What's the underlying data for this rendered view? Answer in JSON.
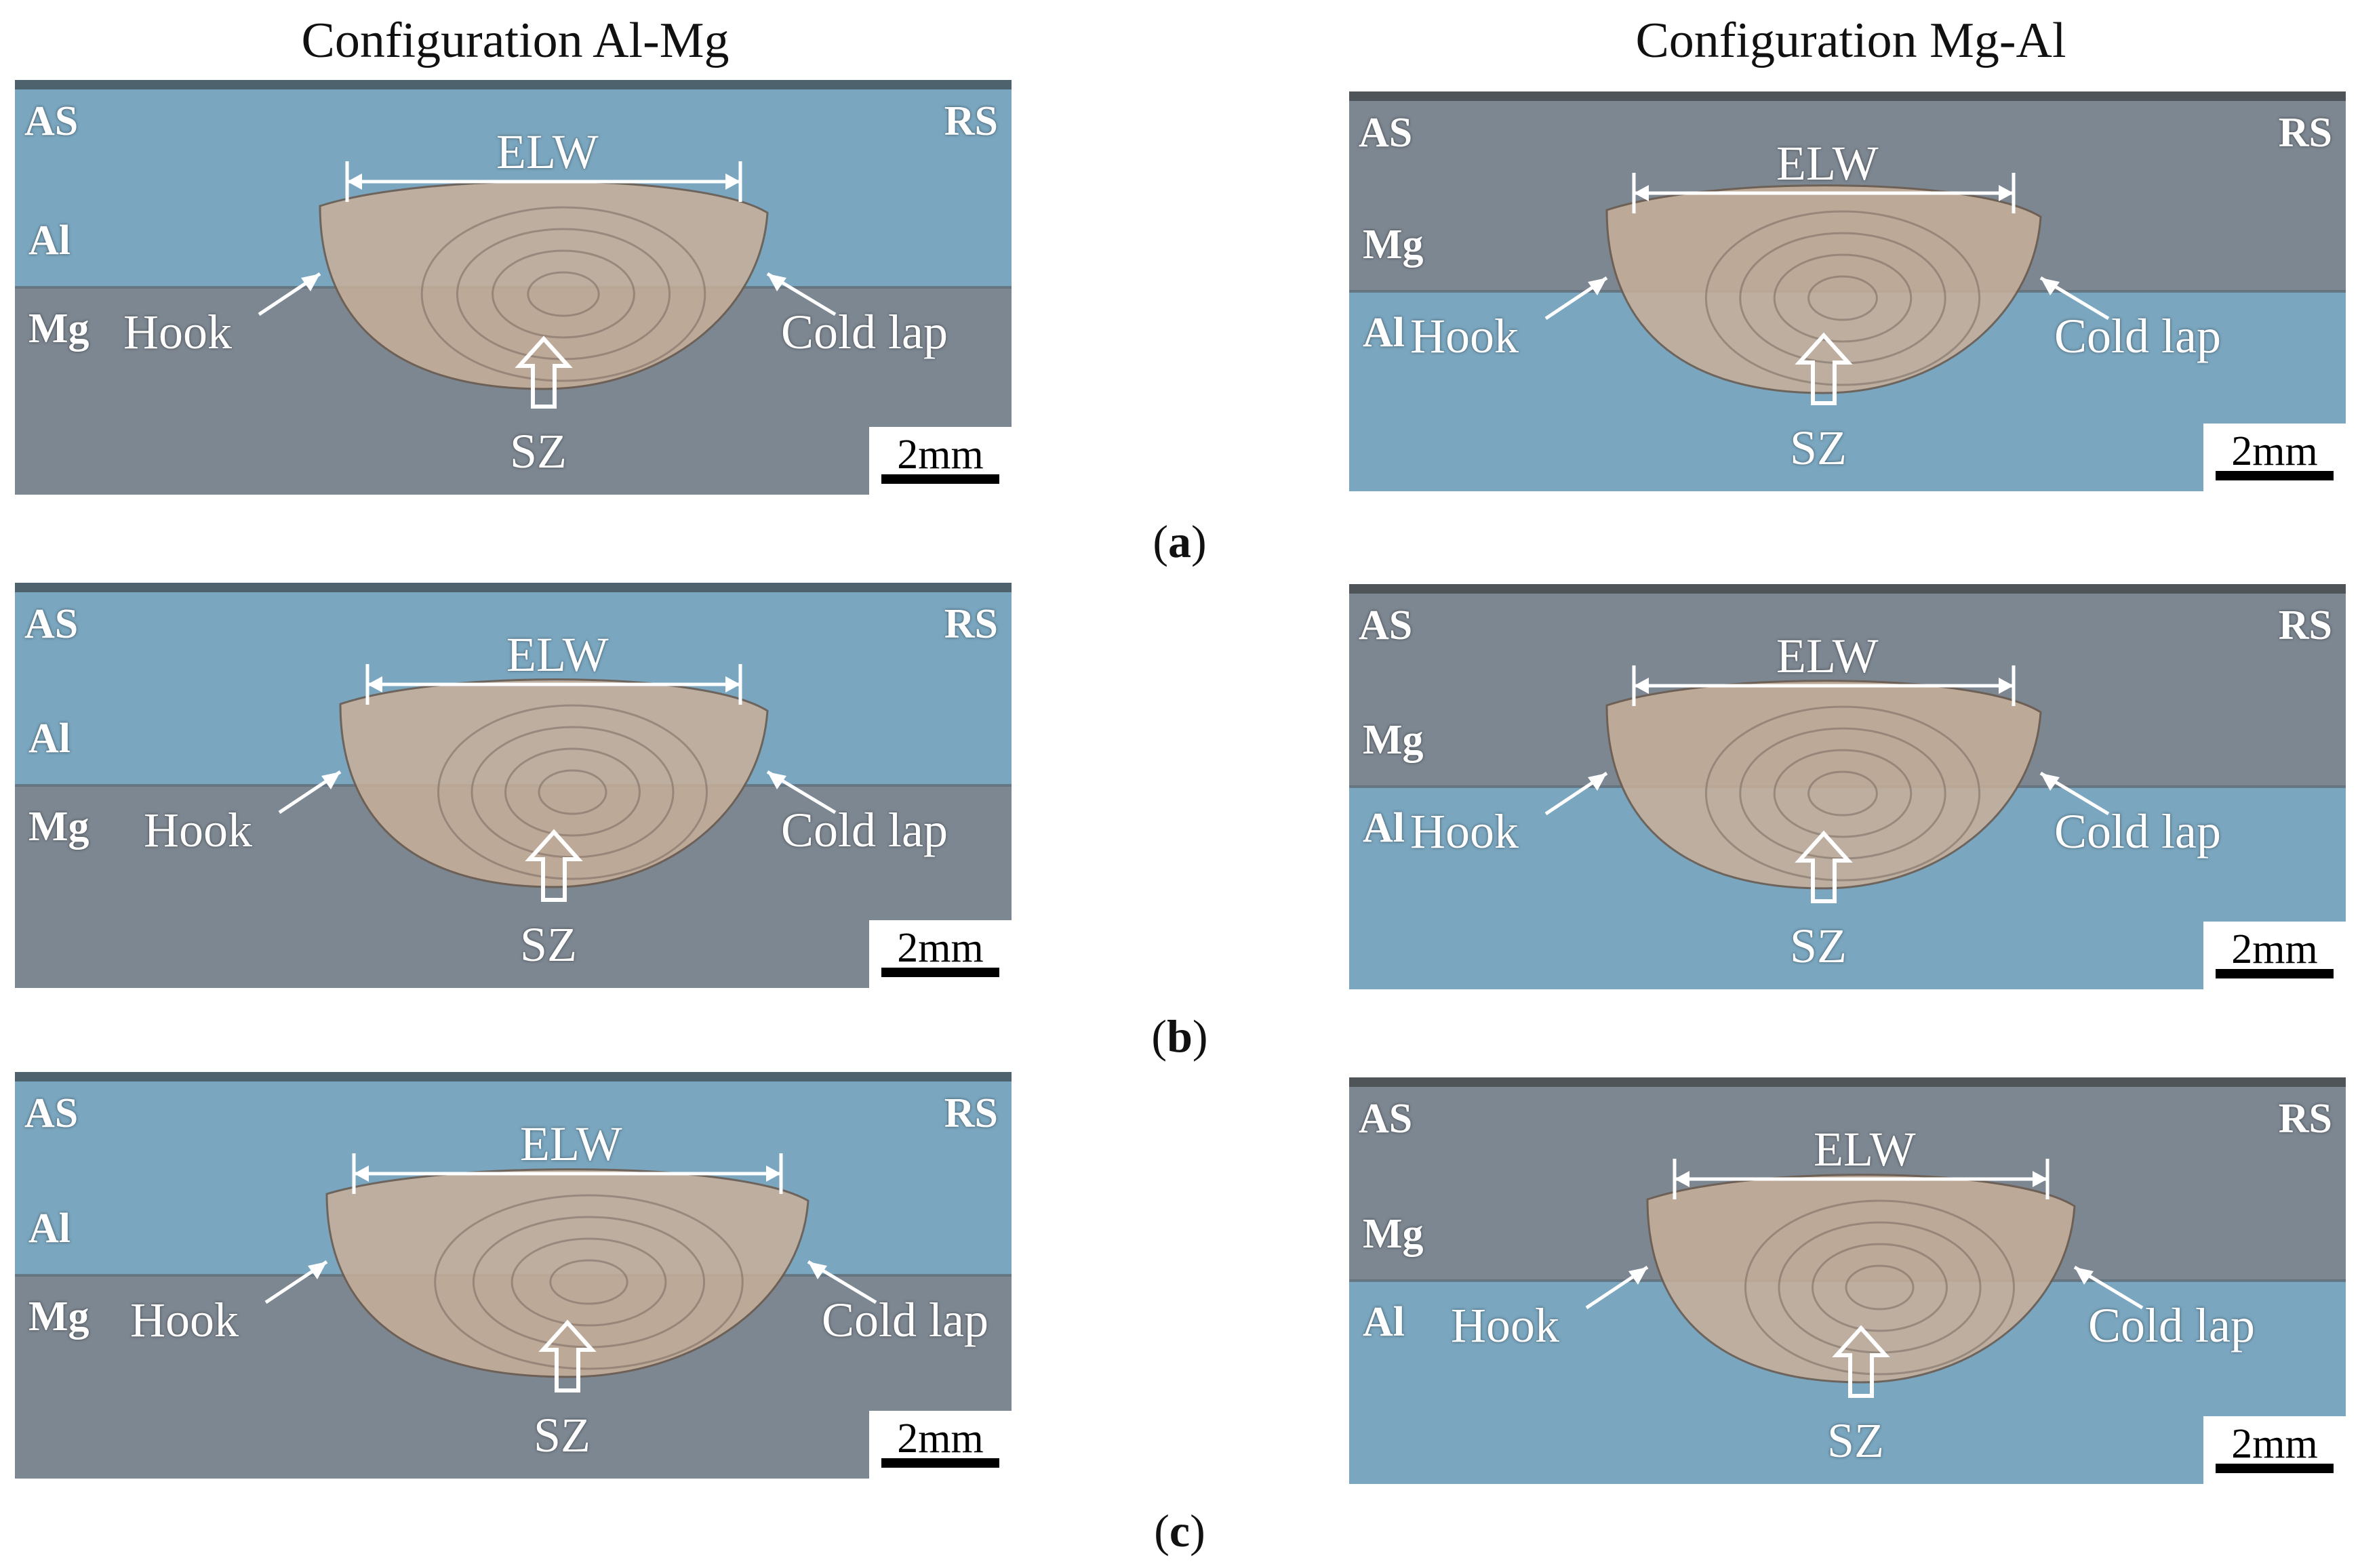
{
  "columns": {
    "left_title": "Configuration Al-Mg",
    "right_title": "Configuration Mg-Al"
  },
  "subfigures": [
    "a",
    "b",
    "c"
  ],
  "labels": {
    "advancing_side": "AS",
    "retreating_side": "RS",
    "al": "Al",
    "mg": "Mg",
    "elw": "ELW",
    "hook": "Hook",
    "cold_lap": "Cold lap",
    "sz": "SZ",
    "scale": "2mm"
  },
  "colors": {
    "al_layer": "#7aa6bf",
    "mg_layer": "#7d8791",
    "stir_zone": "#c9b09a",
    "arrow": "#ffffff"
  }
}
